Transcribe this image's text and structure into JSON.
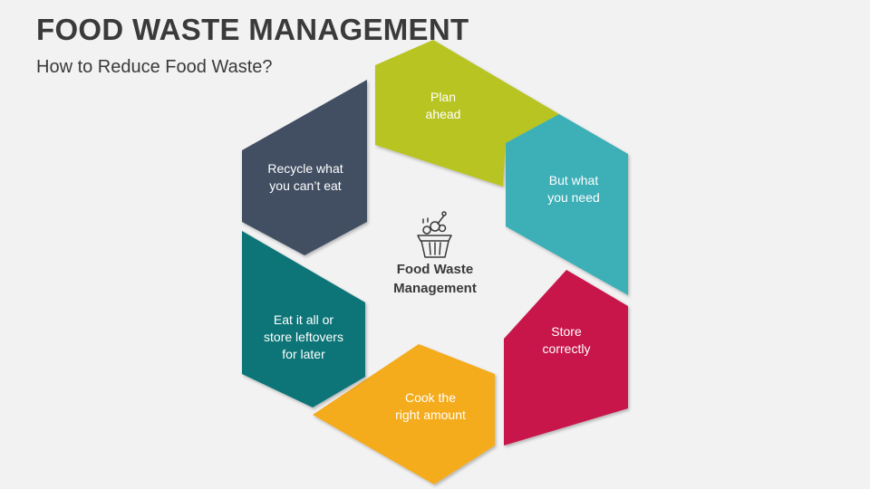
{
  "header": {
    "title": "FOOD WASTE MANAGEMENT",
    "subtitle": "How to Reduce Food Waste?"
  },
  "center": {
    "label": "Food Waste\nManagement",
    "icon": "food-waste-bin-icon"
  },
  "segments": [
    {
      "label": "Plan\nahead",
      "color": "#b8c424"
    },
    {
      "label": "But what\nyou need",
      "color": "#3eafb7"
    },
    {
      "label": "Store\ncorrectly",
      "color": "#c8174b"
    },
    {
      "label": "Cook the\nright amount",
      "color": "#f4ab1c"
    },
    {
      "label": "Eat it all or\nstore leftovers\nfor later",
      "color": "#0b7478"
    },
    {
      "label": "Recycle what\nyou can’t eat",
      "color": "#424f63"
    }
  ]
}
